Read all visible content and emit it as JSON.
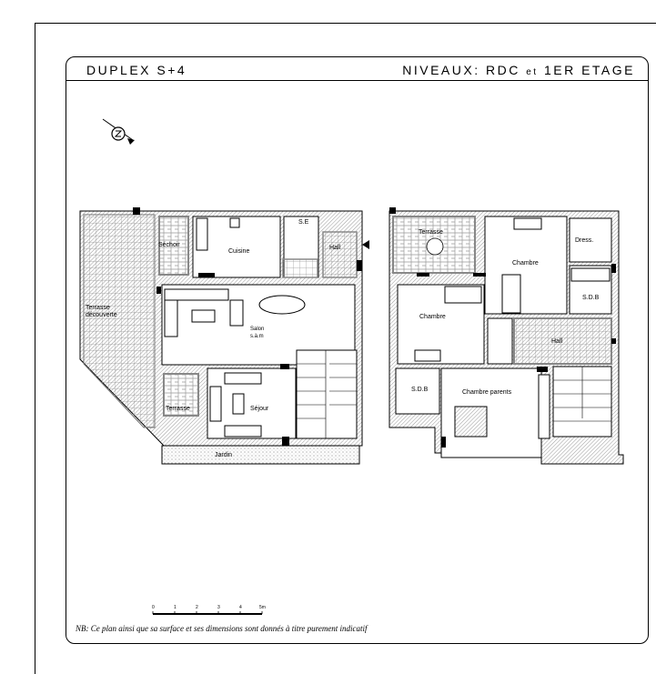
{
  "header": {
    "title_left": "DUPLEX S+4",
    "title_right_a": "NIVEAUX: RDC ",
    "title_right_b": "et",
    "title_right_c": " 1ER ETAGE"
  },
  "ground_floor": {
    "rooms": {
      "terrasse_decouverte_1": "Terrasse",
      "terrasse_decouverte_2": "découverte",
      "sechoir": "Séchoir",
      "cuisine": "Cuisine",
      "se": "S.E",
      "hall": "Hall",
      "salon_1": "Salon",
      "salon_2": "s.à.m",
      "terrasse": "Terrasse",
      "sejour": "Séjour",
      "jardin": "Jardin"
    }
  },
  "first_floor": {
    "rooms": {
      "terrasse": "Terrasse",
      "chambre_top": "Chambre",
      "dress": "Dress.",
      "sdb_right": "S.D.B",
      "chambre_left": "Chambre",
      "hall": "Hall",
      "sdb_left": "S.D.B",
      "chambre_parents": "Chambre parents"
    }
  },
  "scale_bar": {
    "ticks": [
      "0",
      "1",
      "2",
      "3",
      "4",
      "5m"
    ]
  },
  "note": "NB: Ce plan ainsi que sa surface et ses dimensions sont donnés à titre purement indicatif",
  "colors": {
    "line": "#000000",
    "hatch": "#9a9a9a",
    "paving": "#b0b0b0"
  }
}
